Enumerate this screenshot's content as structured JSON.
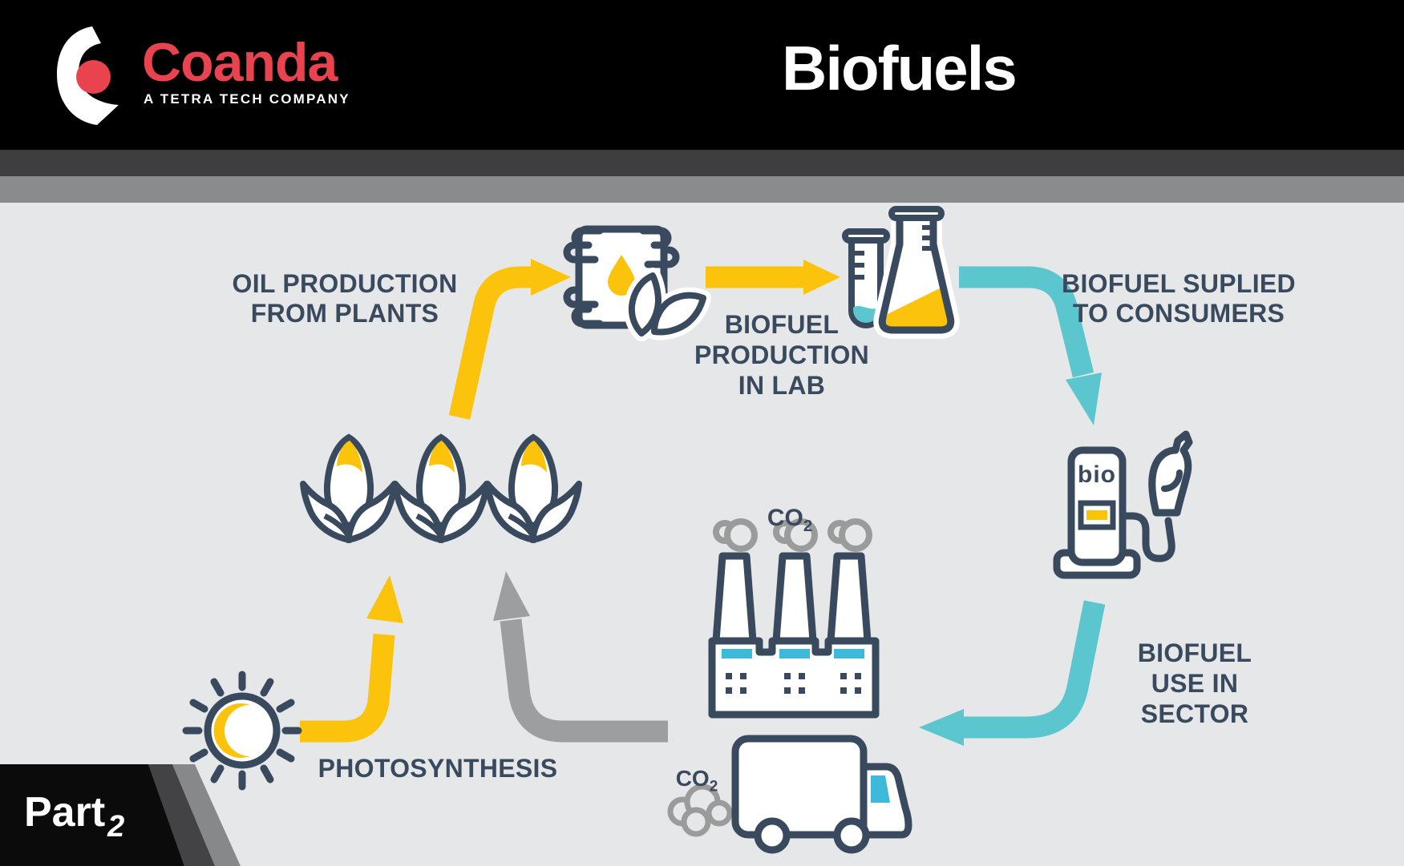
{
  "header": {
    "brand": "Coanda",
    "tagline": "A TETRA TECH COMPANY",
    "title": "Biofuels"
  },
  "badge": {
    "part_label": "Part",
    "part_number": "2"
  },
  "diagram": {
    "labels": {
      "oil_production": [
        "OIL PRODUCTION",
        "FROM PLANTS"
      ],
      "biofuel_production": [
        "BIOFUEL",
        "PRODUCTION",
        "IN LAB"
      ],
      "biofuel_supplied": [
        "BIOFUEL SUPLIED",
        "TO CONSUMERS"
      ],
      "biofuel_use": [
        "BIOFUEL",
        "USE IN",
        "SECTOR"
      ],
      "photosynthesis": "PHOTOSYNTHESIS",
      "co2_text": "CO",
      "co2_sub": "2",
      "pump_label": "bio"
    },
    "icons": [
      "coanda-logo",
      "oil-barrel",
      "leaves",
      "test-tube",
      "erlenmeyer-flask",
      "fuel-pump",
      "fuel-nozzle",
      "factory",
      "smoke",
      "truck",
      "exhaust-cloud",
      "corn-cob",
      "sun"
    ],
    "colors": {
      "yellow": "#FCC30D",
      "teal": "#5BC6CE",
      "navy": "#3A4A5E",
      "red": "#E8434E",
      "window_blue": "#3FB9DA",
      "smoke_gray": "#9B9B9B",
      "arrow_gray": "#9D9EA0",
      "background": "#E6E7E8",
      "header_black": "#000000",
      "stripe_dark": "#3E3E40",
      "stripe_mid": "#8A8B8C"
    }
  }
}
